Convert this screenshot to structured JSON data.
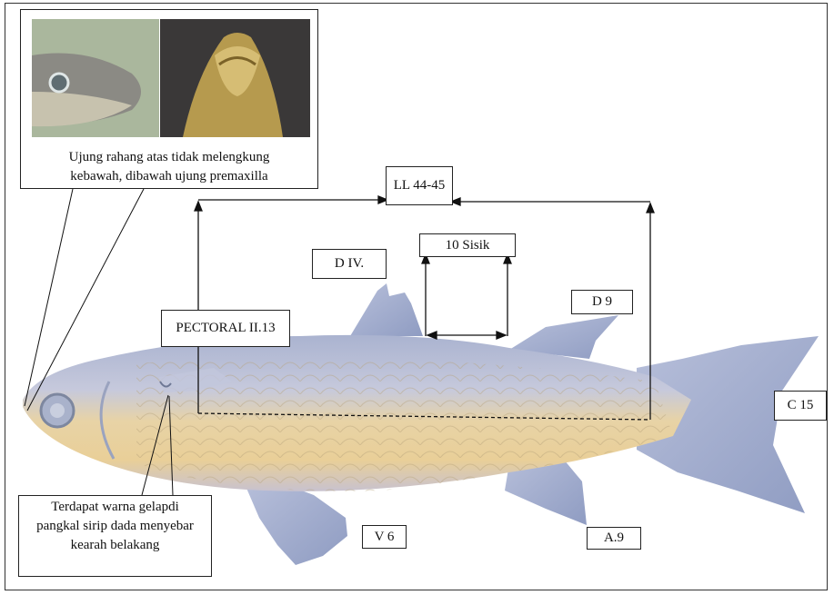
{
  "labels": {
    "jaw_note_line1": "Ujung rahang atas tidak melengkung",
    "jaw_note_line2": "kebawah, dibawah ujung premaxilla",
    "lateral_line": "LL 44-45",
    "scale_rows": "10 Sisik",
    "dorsal_1": "D IV.",
    "dorsal_2": "D 9",
    "pectoral": "PECTORAL II.13",
    "caudal": "C 15",
    "ventral": "V 6",
    "anal": "A.9",
    "pectoral_note_line1": "Terdapat warna gelapdi",
    "pectoral_note_line2": "pangkal sirip dada menyebar",
    "pectoral_note_line3": "kearah belakang"
  },
  "colors": {
    "fish_back": "#b4bdd8",
    "fish_belly": "#e8cf9c",
    "fin": "#a9b4d2",
    "line": "#111111"
  }
}
